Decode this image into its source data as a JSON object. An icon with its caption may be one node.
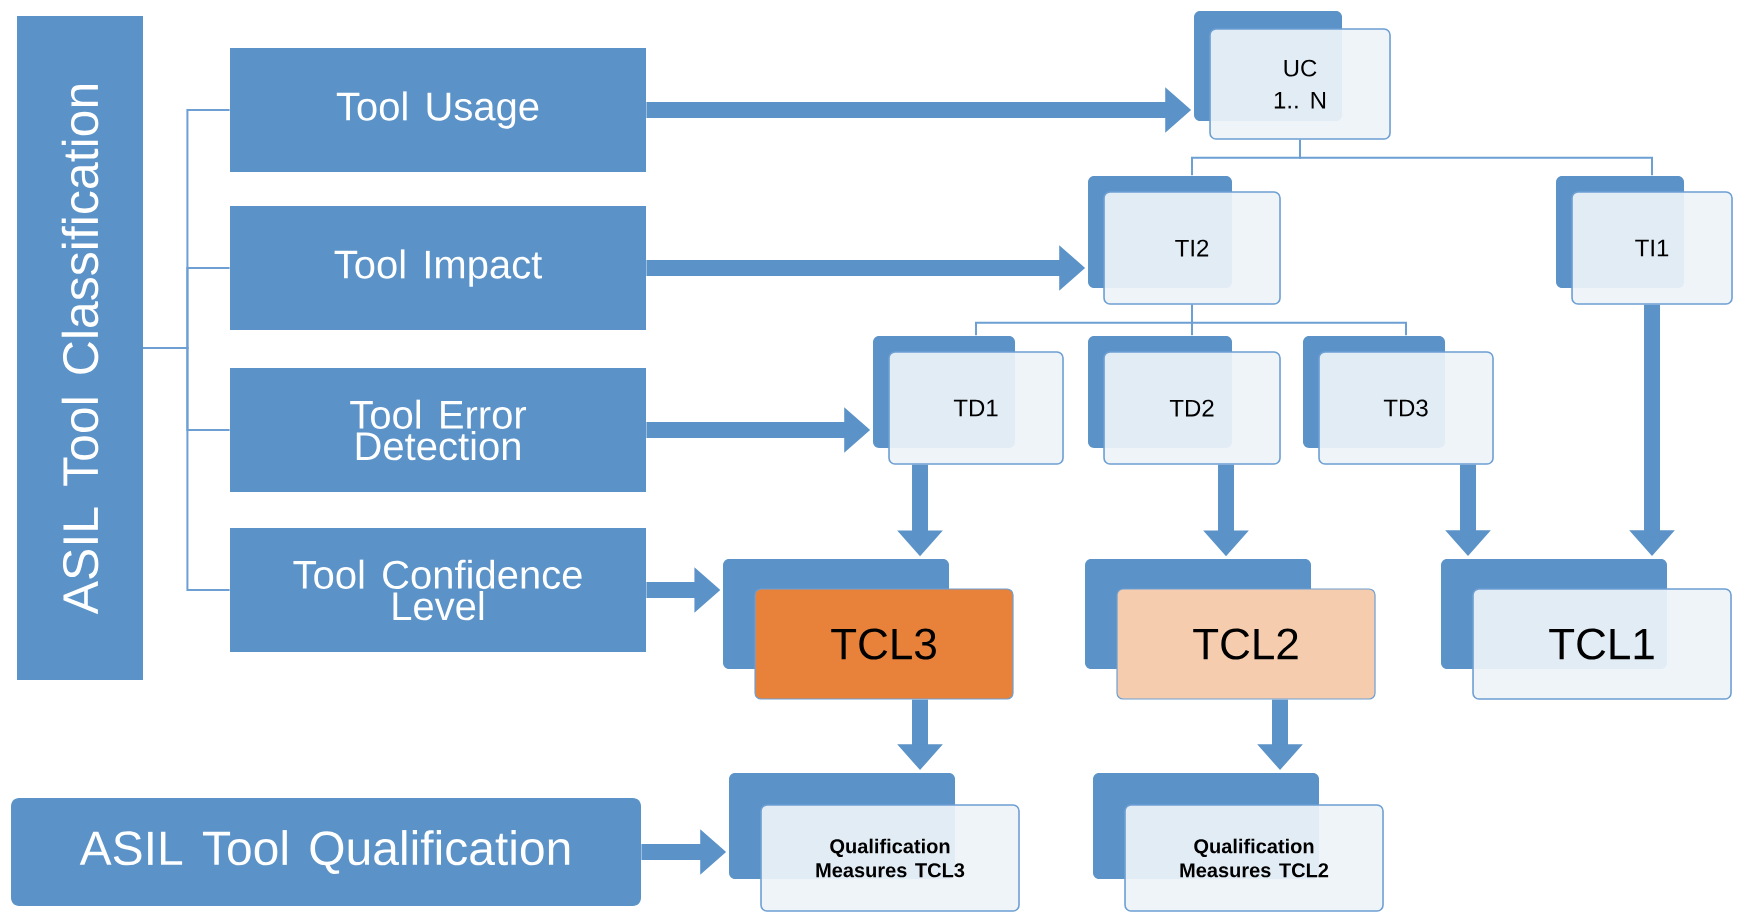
{
  "diagram": {
    "nodes": [
      {
        "text": [
          "ASIL Tool Classification"
        ]
      },
      {
        "text": [
          "Tool Usage"
        ]
      },
      {
        "text": [
          "Tool Impact"
        ]
      },
      {
        "text": [
          "Tool Error Detection"
        ]
      },
      {
        "text": [
          "Tool Confidence Level"
        ]
      },
      {
        "text": [
          "UC",
          "1.. N"
        ]
      },
      {
        "text": [
          "TI2"
        ]
      },
      {
        "text": [
          "TI1"
        ]
      },
      {
        "text": [
          "TD1"
        ]
      },
      {
        "text": [
          "TD2"
        ]
      },
      {
        "text": [
          "TD3"
        ]
      },
      {
        "text": [
          "TCL3"
        ]
      },
      {
        "text": [
          "TCL2"
        ]
      },
      {
        "text": [
          "TCL1"
        ]
      },
      {
        "text": [
          "ASIL Tool Qualification"
        ]
      },
      {
        "text": [
          "Qualification Measures TCL3"
        ]
      },
      {
        "text": [
          "Qualification Measures TCL2"
        ]
      }
    ],
    "edges": [
      {
        "from": 0,
        "to": 1,
        "arrow": "none"
      },
      {
        "from": 0,
        "to": 2,
        "arrow": "none"
      },
      {
        "from": 0,
        "to": 3,
        "arrow": "none"
      },
      {
        "from": 0,
        "to": 4,
        "arrow": "none"
      },
      {
        "from": 1,
        "to": 5,
        "arrow": "to"
      },
      {
        "from": 2,
        "to": 6,
        "arrow": "to"
      },
      {
        "from": 3,
        "to": 8,
        "arrow": "to"
      },
      {
        "from": 4,
        "to": 11,
        "arrow": "to"
      },
      {
        "from": 5,
        "to": 6,
        "arrow": "none"
      },
      {
        "from": 5,
        "to": 7,
        "arrow": "none"
      },
      {
        "from": 6,
        "to": 8,
        "arrow": "none"
      },
      {
        "from": 6,
        "to": 9,
        "arrow": "none"
      },
      {
        "from": 6,
        "to": 10,
        "arrow": "none"
      },
      {
        "from": 8,
        "to": 11,
        "arrow": "to"
      },
      {
        "from": 9,
        "to": 12,
        "arrow": "to"
      },
      {
        "from": 10,
        "to": 13,
        "arrow": "to"
      },
      {
        "from": 7,
        "to": 13,
        "arrow": "to"
      },
      {
        "from": 11,
        "to": 15,
        "arrow": "to"
      },
      {
        "from": 12,
        "to": 16,
        "arrow": "to"
      },
      {
        "from": 14,
        "to": 15,
        "arrow": "to"
      }
    ]
  }
}
